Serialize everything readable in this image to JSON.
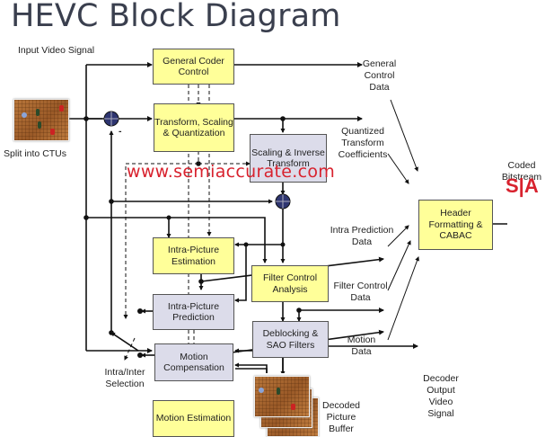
{
  "title": "HEVC Block Diagram",
  "watermark": "www.semiaccurate.com",
  "logo": "S|A",
  "colors": {
    "accent_red": "#d8222e",
    "box_yellow": "#ffff99",
    "box_grey": "#dcdcea",
    "junction_blue": "#2e3570"
  },
  "blocks": {
    "general_coder_control": "General Coder Control",
    "transform_scaling_quantization": "Transform, Scaling & Quantization",
    "scaling_inverse_transform": "Scaling & Inverse Transform",
    "intra_picture_estimation": "Intra-Picture Estimation",
    "filter_control_analysis": "Filter Control Analysis",
    "intra_picture_prediction": "Intra-Picture Prediction",
    "deblocking_sao_filters": "Deblocking & SAO Filters",
    "motion_compensation": "Motion Compensation",
    "motion_estimation": "Motion Estimation",
    "header_formatting_cabac": "Header Formatting & CABAC"
  },
  "labels": {
    "input_video_signal": "Input Video Signal",
    "split_into_ctus": "Split into CTUs",
    "general_control_data": "General Control Data",
    "quantized_transform_coefficients": "Quantized Transform Coefficients",
    "intra_prediction_data": "Intra Prediction Data",
    "filter_control_data": "Filter Control Data",
    "motion_data": "Motion Data",
    "coded_bitstream": "Coded Bitstream",
    "decoder_output_video_signal": "Decoder Output Video Signal",
    "decoded_picture_buffer": "Decoded Picture Buffer",
    "intra_inter_selection": "Intra/Inter Selection",
    "minus_sign": "-"
  }
}
